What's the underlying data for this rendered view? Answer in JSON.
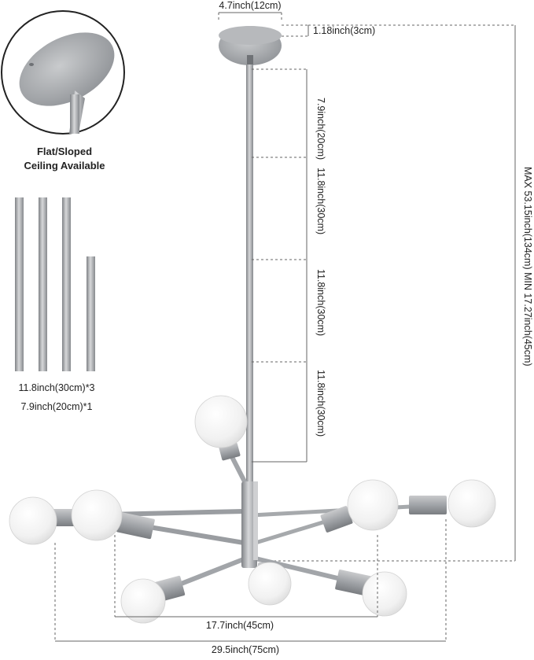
{
  "product": {
    "inset_caption_line1": "Flat/Sloped",
    "inset_caption_line2": "Ceiling Available",
    "rods_caption_line1": "11.8inch(30cm)*3",
    "rods_caption_line2": "7.9inch(20cm)*1",
    "dimensions": {
      "canopy_width": "4.7inch(12cm)",
      "canopy_height": "1.18inch(3cm)",
      "rod_segment_1": "7.9inch(20cm)",
      "rod_segment_2": "11.8inch(30cm)",
      "rod_segment_3": "11.8inch(30cm)",
      "rod_segment_4": "11.8inch(30cm)",
      "height_range": "MAX 53.15inch(134cm)   MIN 17.27inch(45cm)",
      "inner_span": "17.7inch(45cm)",
      "outer_span": "29.5inch(75cm)"
    }
  },
  "colors": {
    "metal": "#a9abae",
    "metal_dark": "#7d8084",
    "bulb": "#f2f2f2",
    "dim_line": "#555555"
  }
}
